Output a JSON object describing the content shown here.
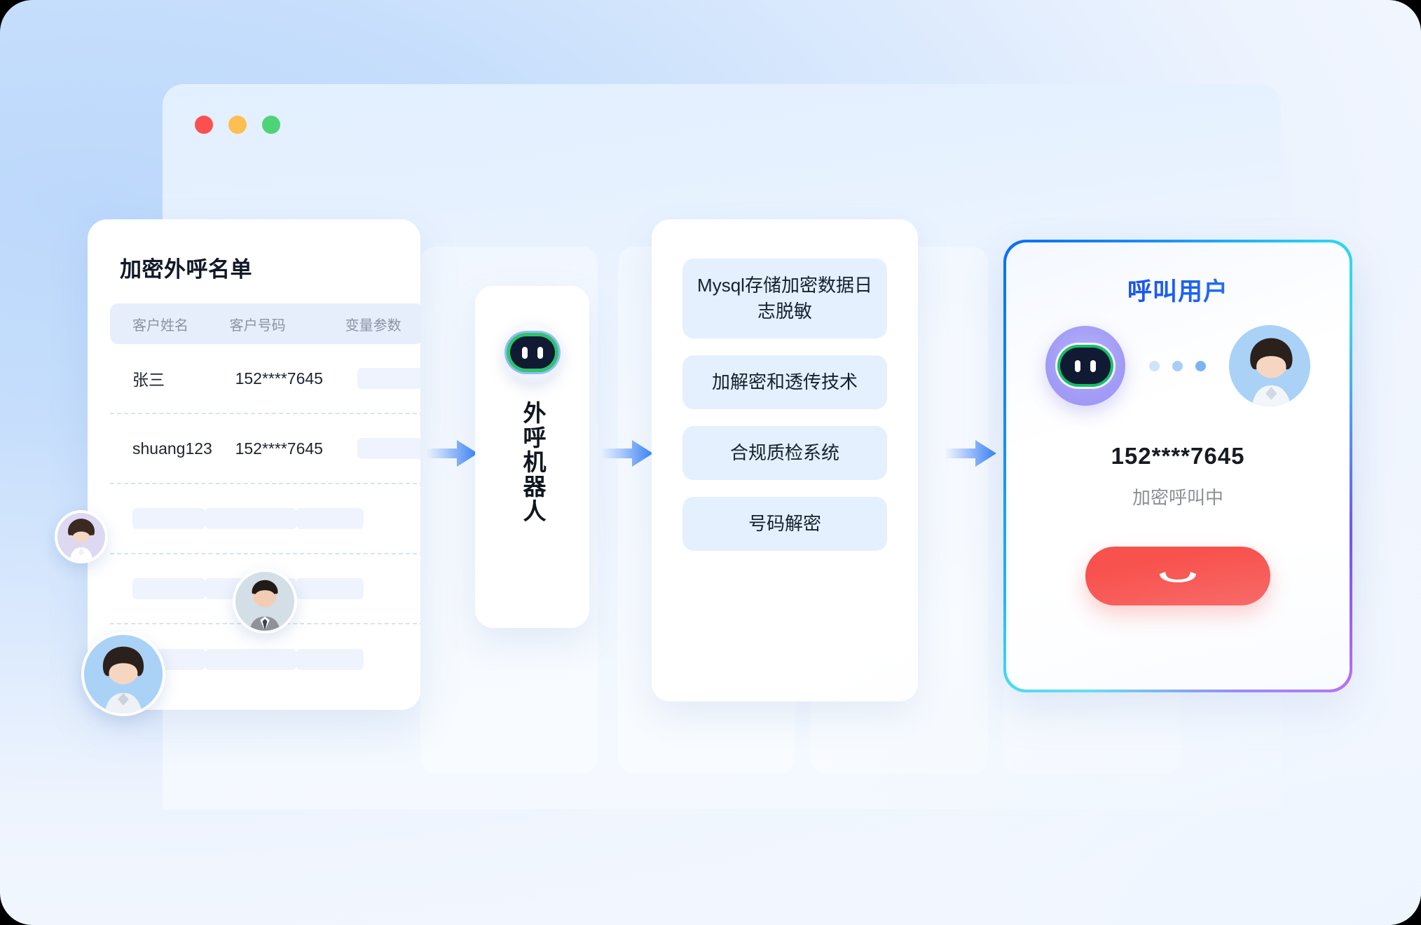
{
  "window": {
    "traffic_lights": [
      {
        "name": "close",
        "color": "#FA5150"
      },
      {
        "name": "minimize",
        "color": "#FDBE52"
      },
      {
        "name": "maximize",
        "color": "#4ED477"
      }
    ]
  },
  "list_card": {
    "title": "加密外呼名单",
    "columns": [
      "客户姓名",
      "客户号码",
      "变量参数"
    ],
    "rows": [
      {
        "name": "张三",
        "number": "152****7645",
        "variable": ""
      },
      {
        "name": "shuang123",
        "number": "152****7645",
        "variable": ""
      },
      {
        "name": "",
        "number": "",
        "variable": ""
      },
      {
        "name": "",
        "number": "",
        "variable": ""
      },
      {
        "name": "",
        "number": "",
        "variable": ""
      }
    ]
  },
  "bot_card": {
    "label": "外呼机器人",
    "avatar_icon": "robot-face-icon"
  },
  "features": {
    "items": [
      "Mysql存储加密数据日志脱敏",
      "加解密和透传技术",
      "合规质检系统",
      "号码解密"
    ]
  },
  "call_card": {
    "title": "呼叫用户",
    "number": "152****7645",
    "status": "加密呼叫中",
    "hangup_icon": "phone-hangup-icon",
    "bot_icon": "robot-face-icon",
    "user_icon": "user-avatar",
    "progress_dots": 3,
    "border_gradient": [
      "#0b6ef6",
      "#27d3f0",
      "#9b24ea"
    ]
  },
  "arrows": {
    "icon": "arrow-right-icon",
    "color": "#3B82F6",
    "count": 3
  },
  "colors": {
    "accent_blue": "#3B82F6",
    "title_blue": "#1237e8",
    "hangup_red": "#F8524E",
    "chip_bg": "#E4F0FD",
    "header_bg": "#E6EDFB"
  }
}
